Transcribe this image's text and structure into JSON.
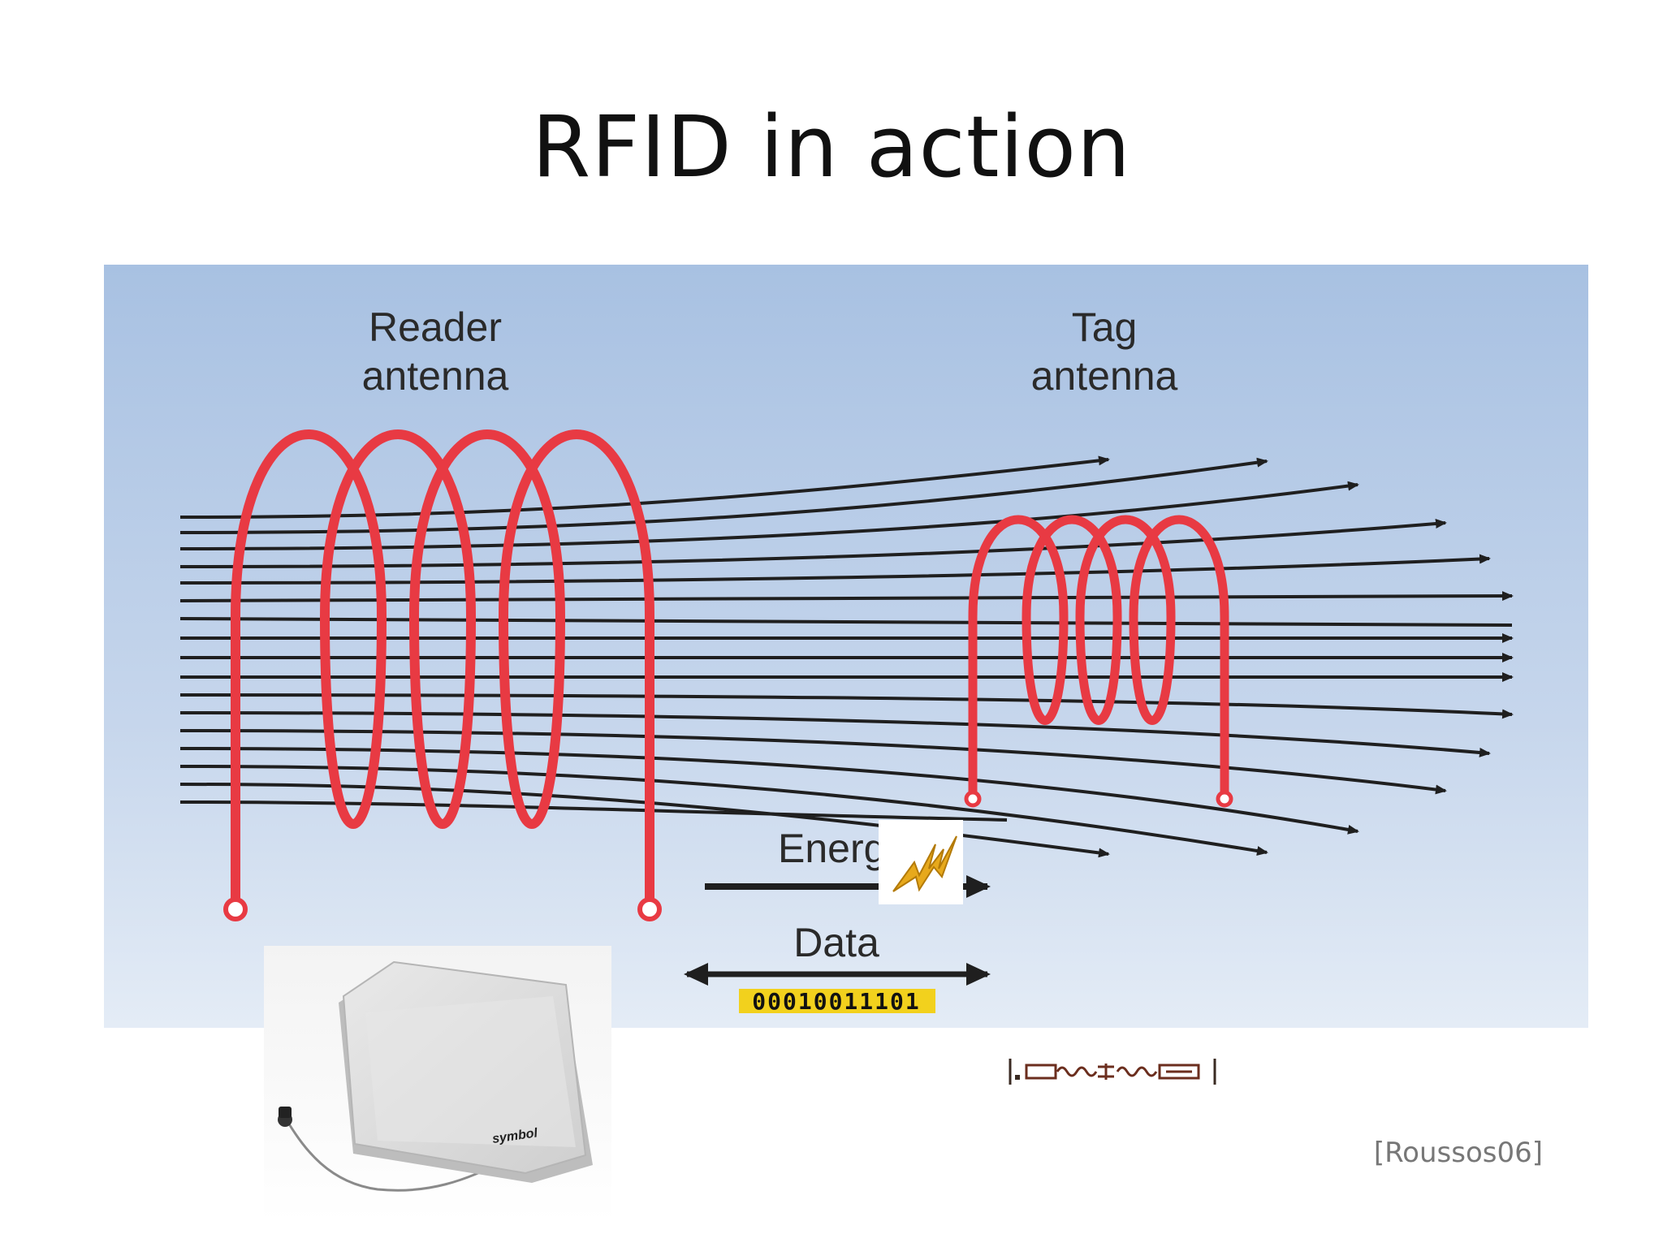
{
  "slide": {
    "title": "RFID in action",
    "citation": "[Roussos06]"
  },
  "diagram": {
    "reader_antenna_label": [
      "Reader",
      "antenna"
    ],
    "tag_antenna_label": [
      "Tag",
      "antenna"
    ],
    "energy_label": "Energy",
    "data_label": "Data",
    "binary_data": "00010011101",
    "colors": {
      "background_top": "#a9c2e3",
      "background_bottom": "#e3ecf6",
      "coil": "#e83a43",
      "field_lines": "#1f1f1f",
      "binary_highlight": "#f2d11d",
      "lightning": "#e7a91c"
    },
    "icons": {
      "energy": "lightning-bolt-icon",
      "reader_hardware": "reader-antenna-panel-photo",
      "tag_hardware": "rfid-tag-inlay"
    }
  }
}
